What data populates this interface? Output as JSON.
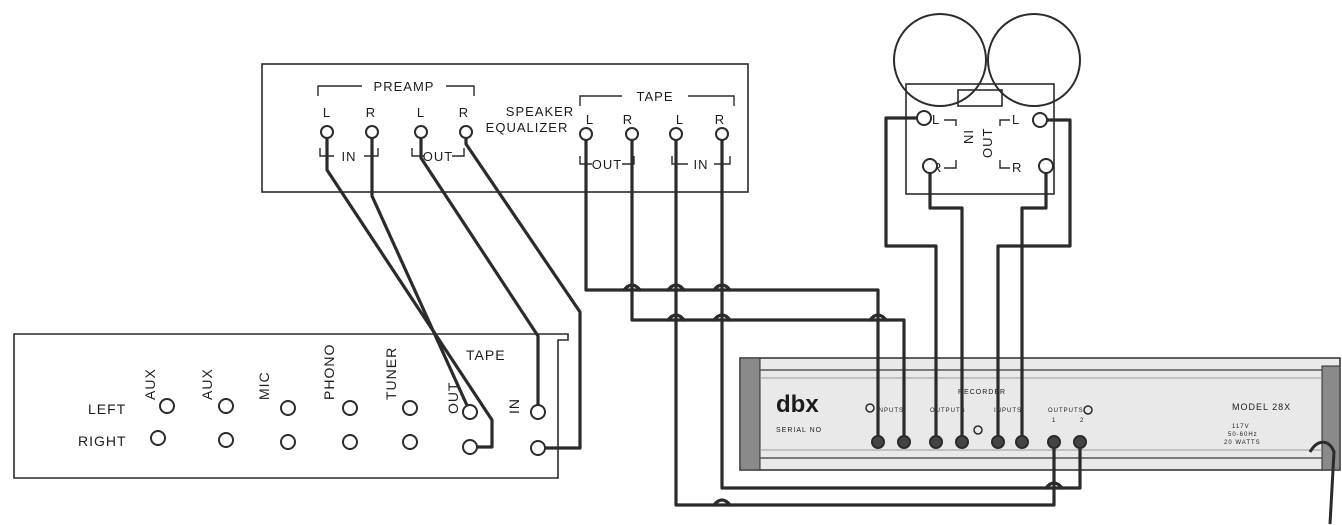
{
  "equalizer": {
    "preamp_label": "PREAMP",
    "tape_label": "TAPE",
    "name_line1": "SPEAKER",
    "name_line2": "EQUALIZER",
    "jack_l": "L",
    "jack_r": "R",
    "in_label": "IN",
    "out_label": "OUT"
  },
  "receiver": {
    "left_label": "LEFT",
    "right_label": "RIGHT",
    "tape_label": "TAPE",
    "inputs": [
      "AUX",
      "AUX",
      "MIC",
      "PHONO",
      "TUNER",
      "OUT",
      "IN"
    ]
  },
  "tape_deck": {
    "in_label": "IN",
    "out_label": "OUT",
    "jack_l": "L",
    "jack_r": "R"
  },
  "dbx": {
    "logo": "dbx",
    "model": "MODEL 28X",
    "serial": "SERIAL NO",
    "recorder": "RECORDER",
    "inputs": "INPUTS",
    "outputs": "OUTPUTS",
    "power_line1": "117V",
    "power_line2": "50-60Hz",
    "power_line3": "20 WATTS",
    "ch1": "1",
    "ch2": "2"
  }
}
